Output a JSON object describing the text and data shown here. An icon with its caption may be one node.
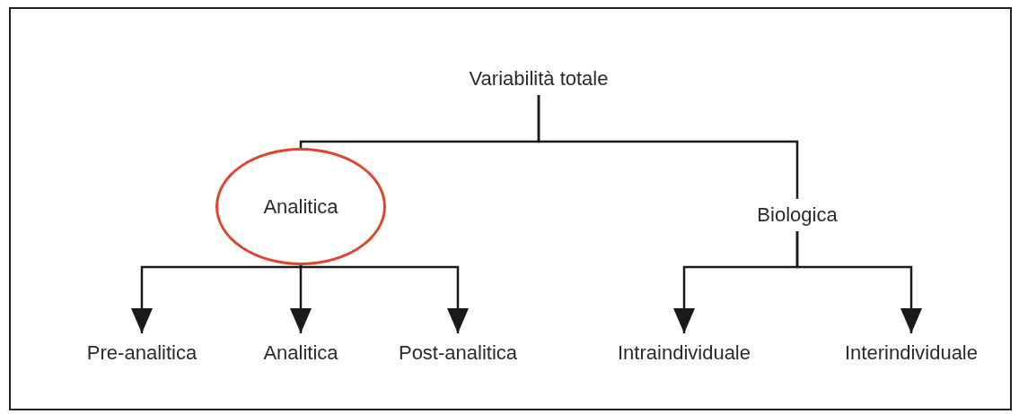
{
  "diagram": {
    "nodes": [
      {
        "text": [
          "Variabilità totale"
        ]
      },
      {
        "text": [
          "Analitica"
        ]
      },
      {
        "text": [
          "Biologica"
        ]
      },
      {
        "text": [
          "Pre-analitica"
        ]
      },
      {
        "text": [
          "Analitica"
        ]
      },
      {
        "text": [
          "Post-analitica"
        ]
      },
      {
        "text": [
          "Intraindividuale"
        ]
      },
      {
        "text": [
          "Interindividuale"
        ]
      }
    ],
    "edges": [
      {
        "from": 0,
        "to": 1,
        "arrow": "none"
      },
      {
        "from": 0,
        "to": 2,
        "arrow": "none"
      },
      {
        "from": 1,
        "to": 3,
        "arrow": "to"
      },
      {
        "from": 1,
        "to": 4,
        "arrow": "to"
      },
      {
        "from": 1,
        "to": 5,
        "arrow": "to"
      },
      {
        "from": 2,
        "to": 6,
        "arrow": "to"
      },
      {
        "from": 2,
        "to": 7,
        "arrow": "to"
      }
    ]
  }
}
